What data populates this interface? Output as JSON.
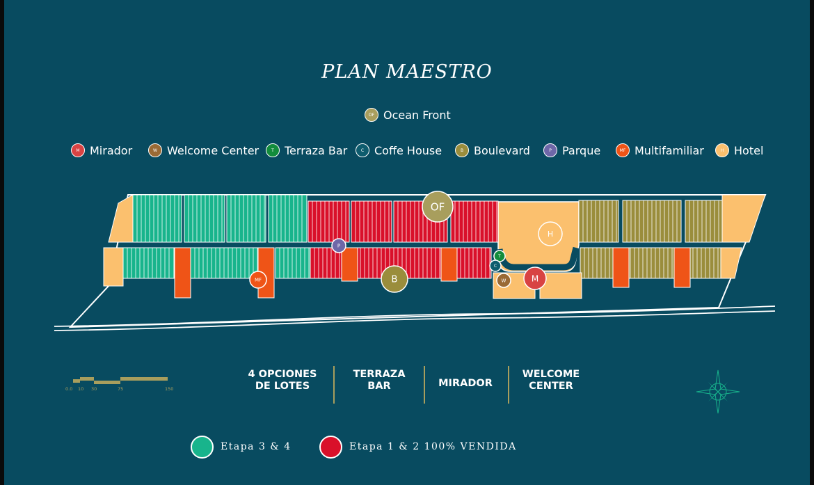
{
  "title": "PLAN MAESTRO",
  "colors": {
    "background": "#084b60",
    "etapa_3_4": "#18b48c",
    "etapa_1_2": "#d9102a",
    "ocean_front": "#a89e5d",
    "mirador": "#d84343",
    "welcome_center": "#9a6a35",
    "terraza_bar": "#128c3c",
    "coffe_house": "#0e5c6e",
    "boulevard": "#9a8d3c",
    "parque": "#6e67a8",
    "multifamiliar": "#ef5417",
    "hotel": "#fbc06e"
  },
  "legend_top": {
    "abbr": "OF",
    "label": "Ocean Front",
    "color": "#a89e5d"
  },
  "legend": [
    {
      "abbr": "M",
      "label": "Mirador",
      "color": "#d84343"
    },
    {
      "abbr": "W",
      "label": "Welcome Center",
      "color": "#9a6a35"
    },
    {
      "abbr": "T",
      "label": "Terraza Bar",
      "color": "#128c3c"
    },
    {
      "abbr": "C",
      "label": "Coffe House",
      "color": "#0e5c6e"
    },
    {
      "abbr": "B",
      "label": "Boulevard",
      "color": "#9a8d3c"
    },
    {
      "abbr": "P",
      "label": "Parque",
      "color": "#6e67a8"
    },
    {
      "abbr": "MF",
      "label": "Multifamiliar",
      "color": "#ef5417"
    },
    {
      "abbr": "H",
      "label": "Hotel",
      "color": "#fbc06e"
    }
  ],
  "map_markers": {
    "of": "OF",
    "h": "H",
    "p": "P",
    "t": "T",
    "c": "C",
    "w": "W",
    "m": "M",
    "mf": "MF",
    "b": "B"
  },
  "scale_bar": {
    "ticks": [
      "0.0",
      "10",
      "30",
      "75",
      "150"
    ]
  },
  "info": [
    {
      "line1": "4 OPCIONES",
      "line2": "DE LOTES"
    },
    {
      "line1": "TERRAZA",
      "line2": "BAR"
    },
    {
      "line1": "MIRADOR",
      "line2": ""
    },
    {
      "line1": "WELCOME",
      "line2": "CENTER"
    }
  ],
  "etapas": [
    {
      "label": "Etapa 3 & 4",
      "color": "#18b48c"
    },
    {
      "label": "Etapa 1 & 2 100% VENDIDA",
      "color": "#d9102a"
    }
  ]
}
